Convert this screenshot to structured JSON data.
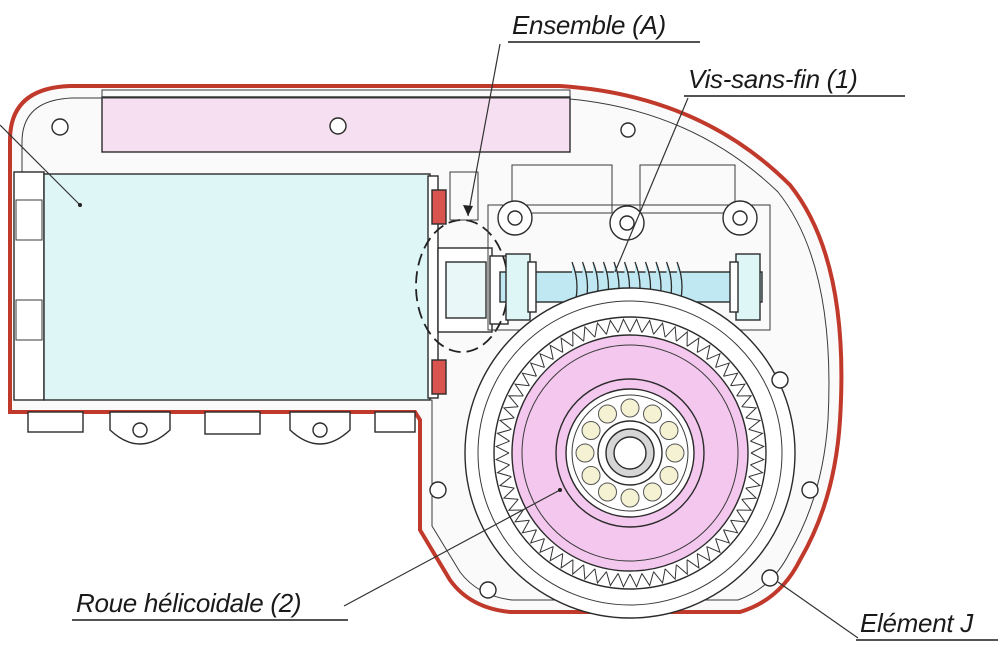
{
  "labels": {
    "ensemble": "Ensemble (A)",
    "vis": "Vis-sans-fin (1)",
    "roue": "Roue hélicoidale (2)",
    "element": "Elément J"
  },
  "colors": {
    "housing_outline": "#c0392b",
    "motor_body": "#dff6f7",
    "top_rail": "#f5dff0",
    "wheel": "#f4c8ee",
    "shaft": "#bfe8f2",
    "red_pad": "#d9534f",
    "bearing_balls": "#f4f2d2"
  }
}
